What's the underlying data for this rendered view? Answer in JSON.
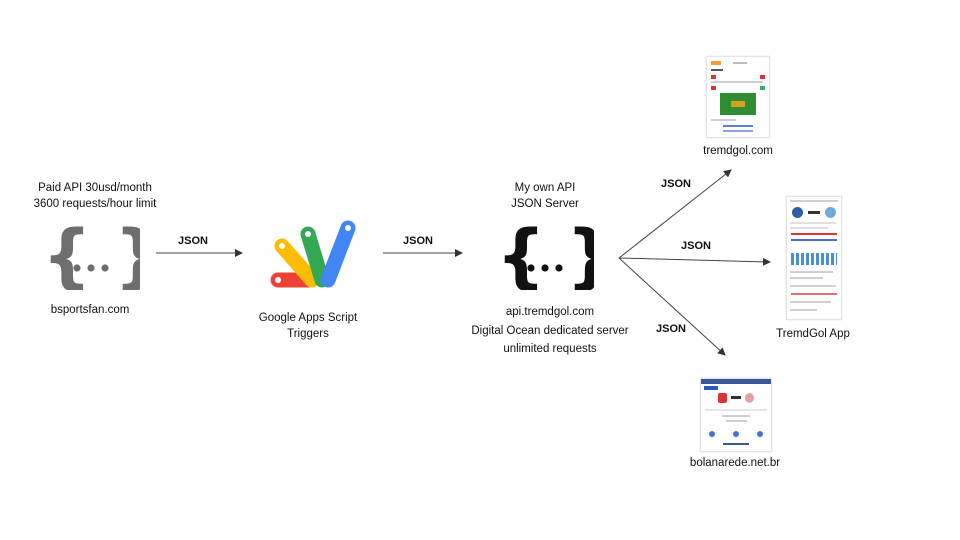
{
  "source": {
    "header_line1": "Paid API 30usd/month",
    "header_line2": "3600 requests/hour limit",
    "caption": "bsportsfan.com",
    "icon": "json-braces-icon",
    "icon_color": "#6e6e6e"
  },
  "edge1": {
    "label": "JSON"
  },
  "apps_script": {
    "caption_line1": "Google Apps Script",
    "caption_line2": "Triggers",
    "icon": "google-apps-script-icon",
    "colors": {
      "yellow": "#fbbc04",
      "green": "#34a853",
      "blue": "#4285f4",
      "red": "#ea4335"
    }
  },
  "edge2": {
    "label": "JSON"
  },
  "own_api": {
    "header_line1": "My own API",
    "header_line2": "JSON Server",
    "caption_line1": "api.tremdgol.com",
    "caption_line2": "Digital Ocean dedicated server",
    "caption_line3": "unlimited requests",
    "icon": "json-braces-icon",
    "icon_color": "#111111"
  },
  "edges_out": [
    {
      "label": "JSON"
    },
    {
      "label": "JSON"
    },
    {
      "label": "JSON"
    }
  ],
  "targets": [
    {
      "caption": "tremdgol.com",
      "icon": "website-screenshot-icon"
    },
    {
      "caption": "TremdGol App",
      "icon": "mobile-app-screenshot-icon"
    },
    {
      "caption": "bolanarede.net.br",
      "icon": "website-screenshot-icon"
    }
  ]
}
